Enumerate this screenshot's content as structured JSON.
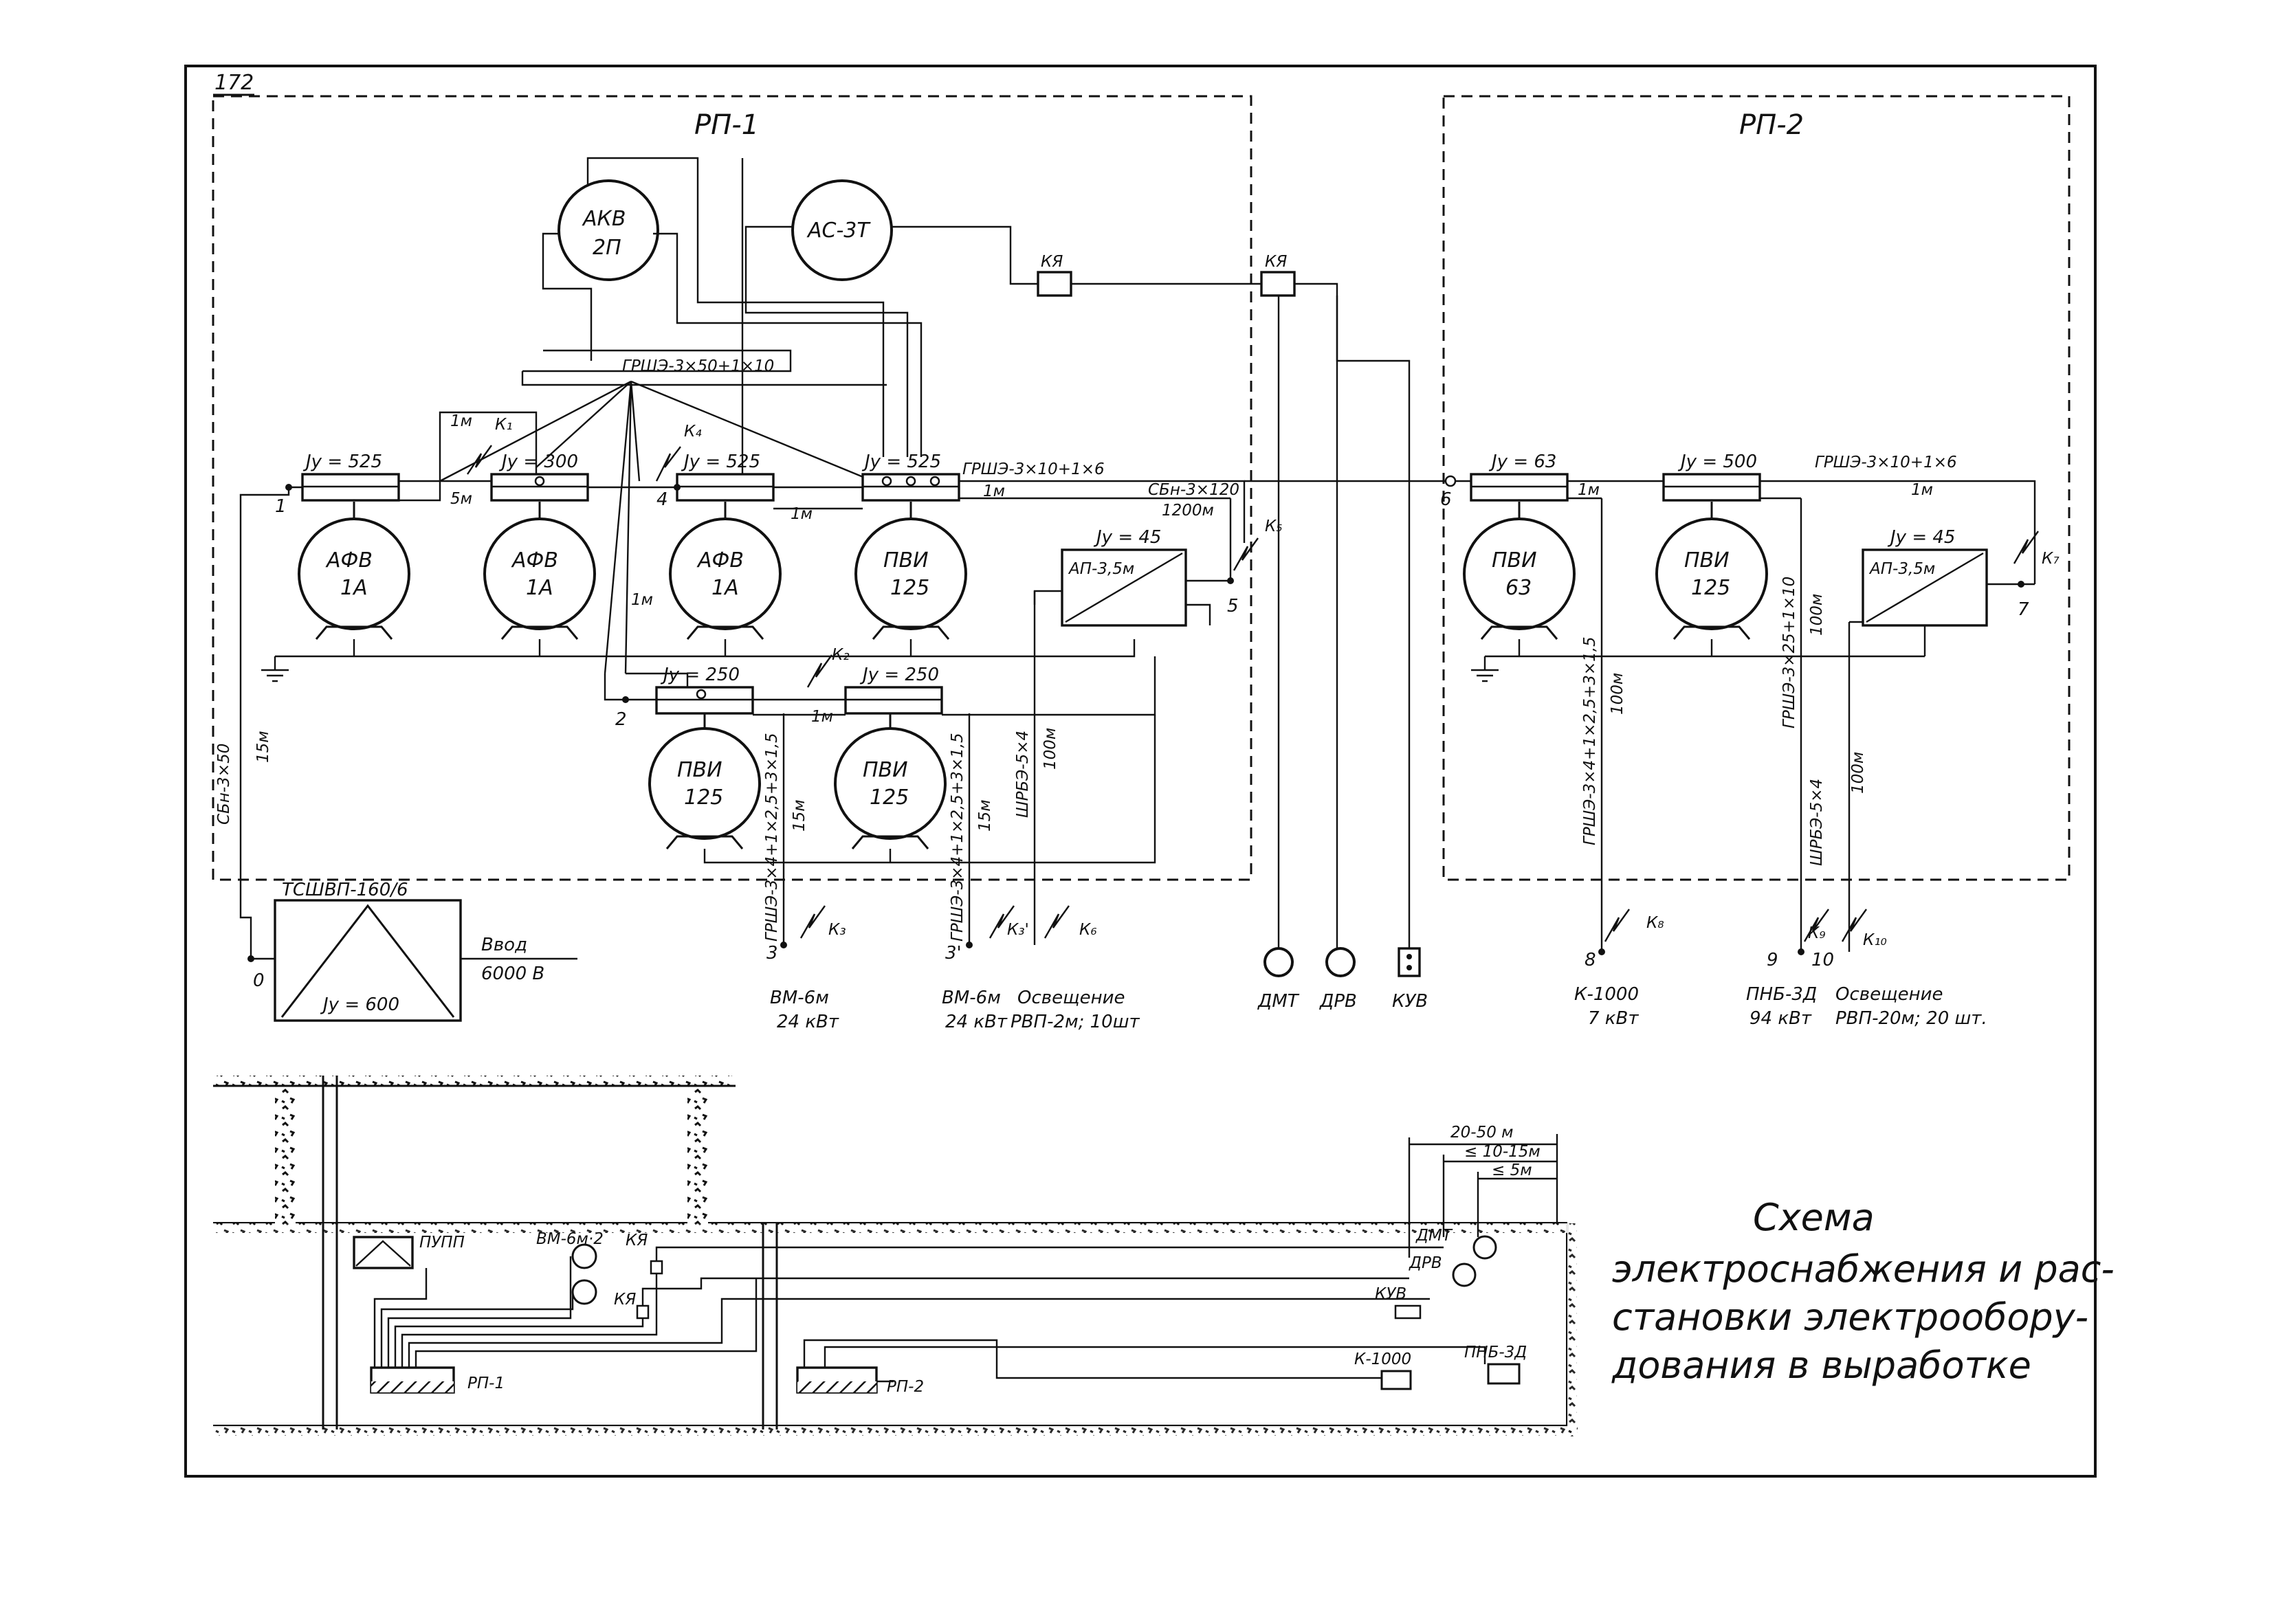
{
  "page_number": "172",
  "sections": {
    "rp1": "РП-1",
    "rp2": "РП-2"
  },
  "top_units": {
    "akv": [
      "АКВ",
      "2П"
    ],
    "ac3t": "АС-3Т",
    "kya_1": "КЯ",
    "kya_2": "КЯ"
  },
  "cables": {
    "main_bus": "ГРШЭ-3×50+1×10",
    "grsh_10": "ГРШЭ-3×10+1×6",
    "grsh_10_len": "1м",
    "sbn_120": "СБн-3×120",
    "sbn_120_len": "1200м",
    "sbn_50": "СБн-3×50",
    "sbn_50_len": "15м",
    "rp2_grsh": "ГРШЭ-3×10+1×6",
    "rp2_grsh_len": "1м",
    "k1000_cable": "ГРШЭ-3×4+1×2,5+3×1,5",
    "k1000_len": "100м",
    "pnb_cable": "ГРШЭ-3×25+1×10",
    "pnb_len": "100м",
    "light2_cable": "ШРБЭ-5×4",
    "light2_len": "100м",
    "vm1_cable": "ГРШЭ-3×4+1×2,5+3×1,5",
    "vm1_len": "15м",
    "vm2_cable": "ГРШЭ-3×4+1×2,5+3×1,5",
    "vm2_len": "15м",
    "light1_cable": "ШРБЭ-5×4",
    "light1_len": "100м"
  },
  "lengths": {
    "l1m_a": "1м",
    "l5m": "5м",
    "l1m_b": "1м",
    "l1m_c": "1м",
    "l1m_d": "1м",
    "l1m_e": "1м"
  },
  "switches": {
    "s1": "Jу = 525",
    "s2": "Jу = 300",
    "s3": "Jу = 525",
    "s4": "Jу = 525",
    "s5": "Jу = 250",
    "s6": "Jу = 250",
    "s7": "Jу = 63",
    "s8": "Jу = 500",
    "ap1_setting": "Jу = 45",
    "ap2_setting": "Jу = 45"
  },
  "motors": {
    "m1": [
      "АФВ",
      "1А"
    ],
    "m2": [
      "АФВ",
      "1А"
    ],
    "m3": [
      "АФВ",
      "1А"
    ],
    "m4": [
      "ПВИ",
      "125"
    ],
    "m5": [
      "ПВИ",
      "125"
    ],
    "m6": [
      "ПВИ",
      "125"
    ],
    "m7": [
      "ПВИ",
      "63"
    ],
    "m8": [
      "ПВИ",
      "125"
    ]
  },
  "transformers": {
    "ap1": "АП-3,5м",
    "ap2": "АП-3,5м"
  },
  "substation": {
    "name": "ТСШВП-160/6",
    "setting": "Jу = 600",
    "input": "Ввод",
    "voltage": "6000 В"
  },
  "nodes": {
    "n0": "0",
    "n1": "1",
    "n2": "2",
    "n3": "3",
    "n3p": "3'",
    "n4": "4",
    "n5": "5",
    "n6": "6",
    "n7": "7",
    "n8": "8",
    "n9": "9",
    "n10": "10"
  },
  "faults": {
    "k1": "К₁",
    "k2": "К₂",
    "k3": "К₃",
    "k3p": "К₃'",
    "k4": "К₄",
    "k5": "К₅",
    "k6": "К₆",
    "k7": "К₇",
    "k8": "К₈",
    "k9": "К₉",
    "k10": "К₁₀"
  },
  "devices": {
    "dmt": "ДМТ",
    "drv": "ДРВ",
    "kuv": "КУВ"
  },
  "loads": {
    "vm1_name": "ВМ-6м",
    "vm1_power": "24 кВт",
    "vm2_name": "ВМ-6м",
    "vm2_power": "24 кВт",
    "light1_name": "Освещение",
    "light1_detail": "РВП-2м; 10шт",
    "k1000_name": "К-1000",
    "k1000_power": "7 кВт",
    "pnb_name": "ПНБ-3Д",
    "pnb_power": "94 кВт",
    "light2_name": "Освещение",
    "light2_detail": "РВП-20м; 20 шт."
  },
  "layout_plan": {
    "pupp": "ПУПП",
    "vm_fans": "ВМ-6м·2",
    "kya_a": "КЯ",
    "kya_b": "КЯ",
    "rp1": "РП-1",
    "rp2": "РП-2",
    "dmt": "ДМТ",
    "drv": "ДРВ",
    "kuv": "КУВ",
    "k1000": "К-1000",
    "pnb": "ПНБ-3Д",
    "dim1": "20-50 м",
    "dim2": "≤ 10-15м",
    "dim3": "≤ 5м"
  },
  "title": [
    "Схема",
    "электроснабжения и рас-",
    "становки электрообору-",
    "дования в выработке"
  ]
}
